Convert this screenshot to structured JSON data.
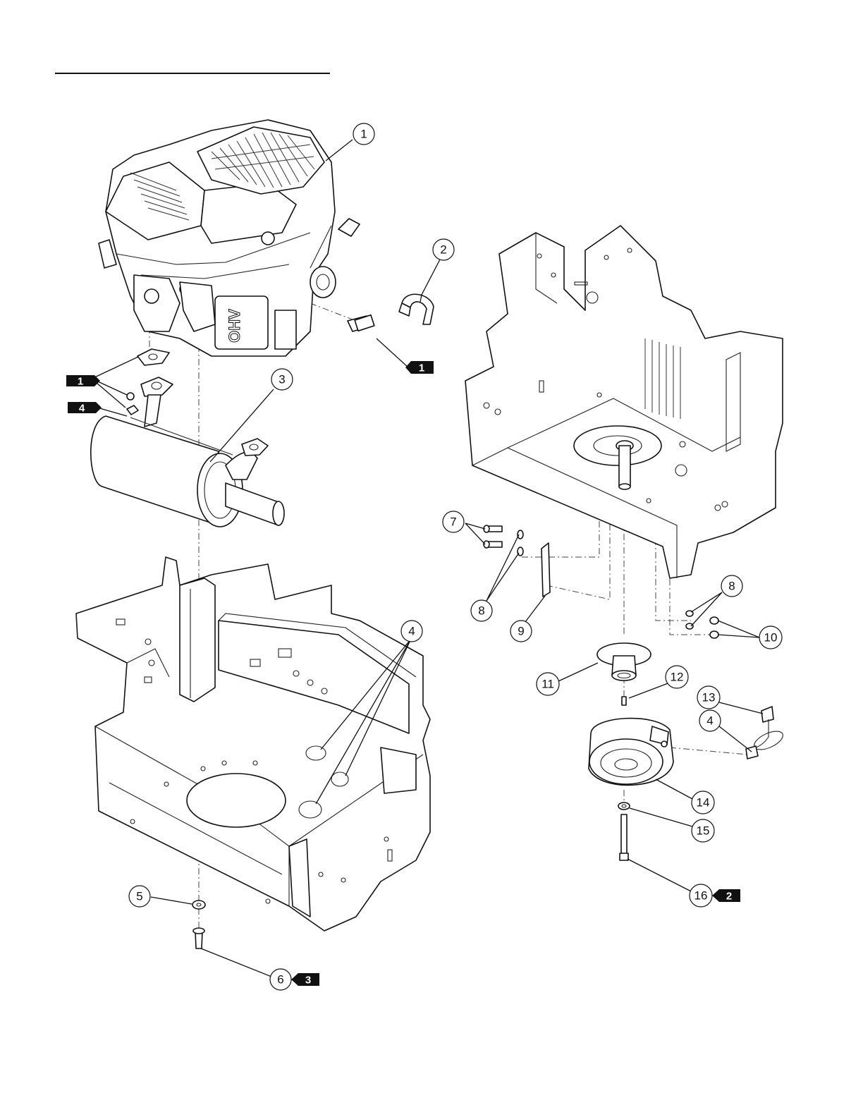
{
  "callouts": [
    {
      "id": "c1",
      "label": "1"
    },
    {
      "id": "c2",
      "label": "2"
    },
    {
      "id": "c3",
      "label": "3"
    },
    {
      "id": "c4a",
      "label": "4"
    },
    {
      "id": "c4b",
      "label": "4"
    },
    {
      "id": "c5",
      "label": "5"
    },
    {
      "id": "c6",
      "label": "6"
    },
    {
      "id": "c7",
      "label": "7"
    },
    {
      "id": "c8a",
      "label": "8"
    },
    {
      "id": "c8b",
      "label": "8"
    },
    {
      "id": "c9",
      "label": "9"
    },
    {
      "id": "c10",
      "label": "10"
    },
    {
      "id": "c11",
      "label": "11"
    },
    {
      "id": "c12",
      "label": "12"
    },
    {
      "id": "c13",
      "label": "13"
    },
    {
      "id": "c14",
      "label": "14"
    },
    {
      "id": "c15",
      "label": "15"
    },
    {
      "id": "c16",
      "label": "16"
    }
  ],
  "note_tags": [
    {
      "id": "t1a",
      "label": "1"
    },
    {
      "id": "t4",
      "label": "4"
    },
    {
      "id": "t1b",
      "label": "1"
    },
    {
      "id": "t2",
      "label": "2"
    },
    {
      "id": "t3",
      "label": "3"
    }
  ],
  "engine_marking": "OHV"
}
